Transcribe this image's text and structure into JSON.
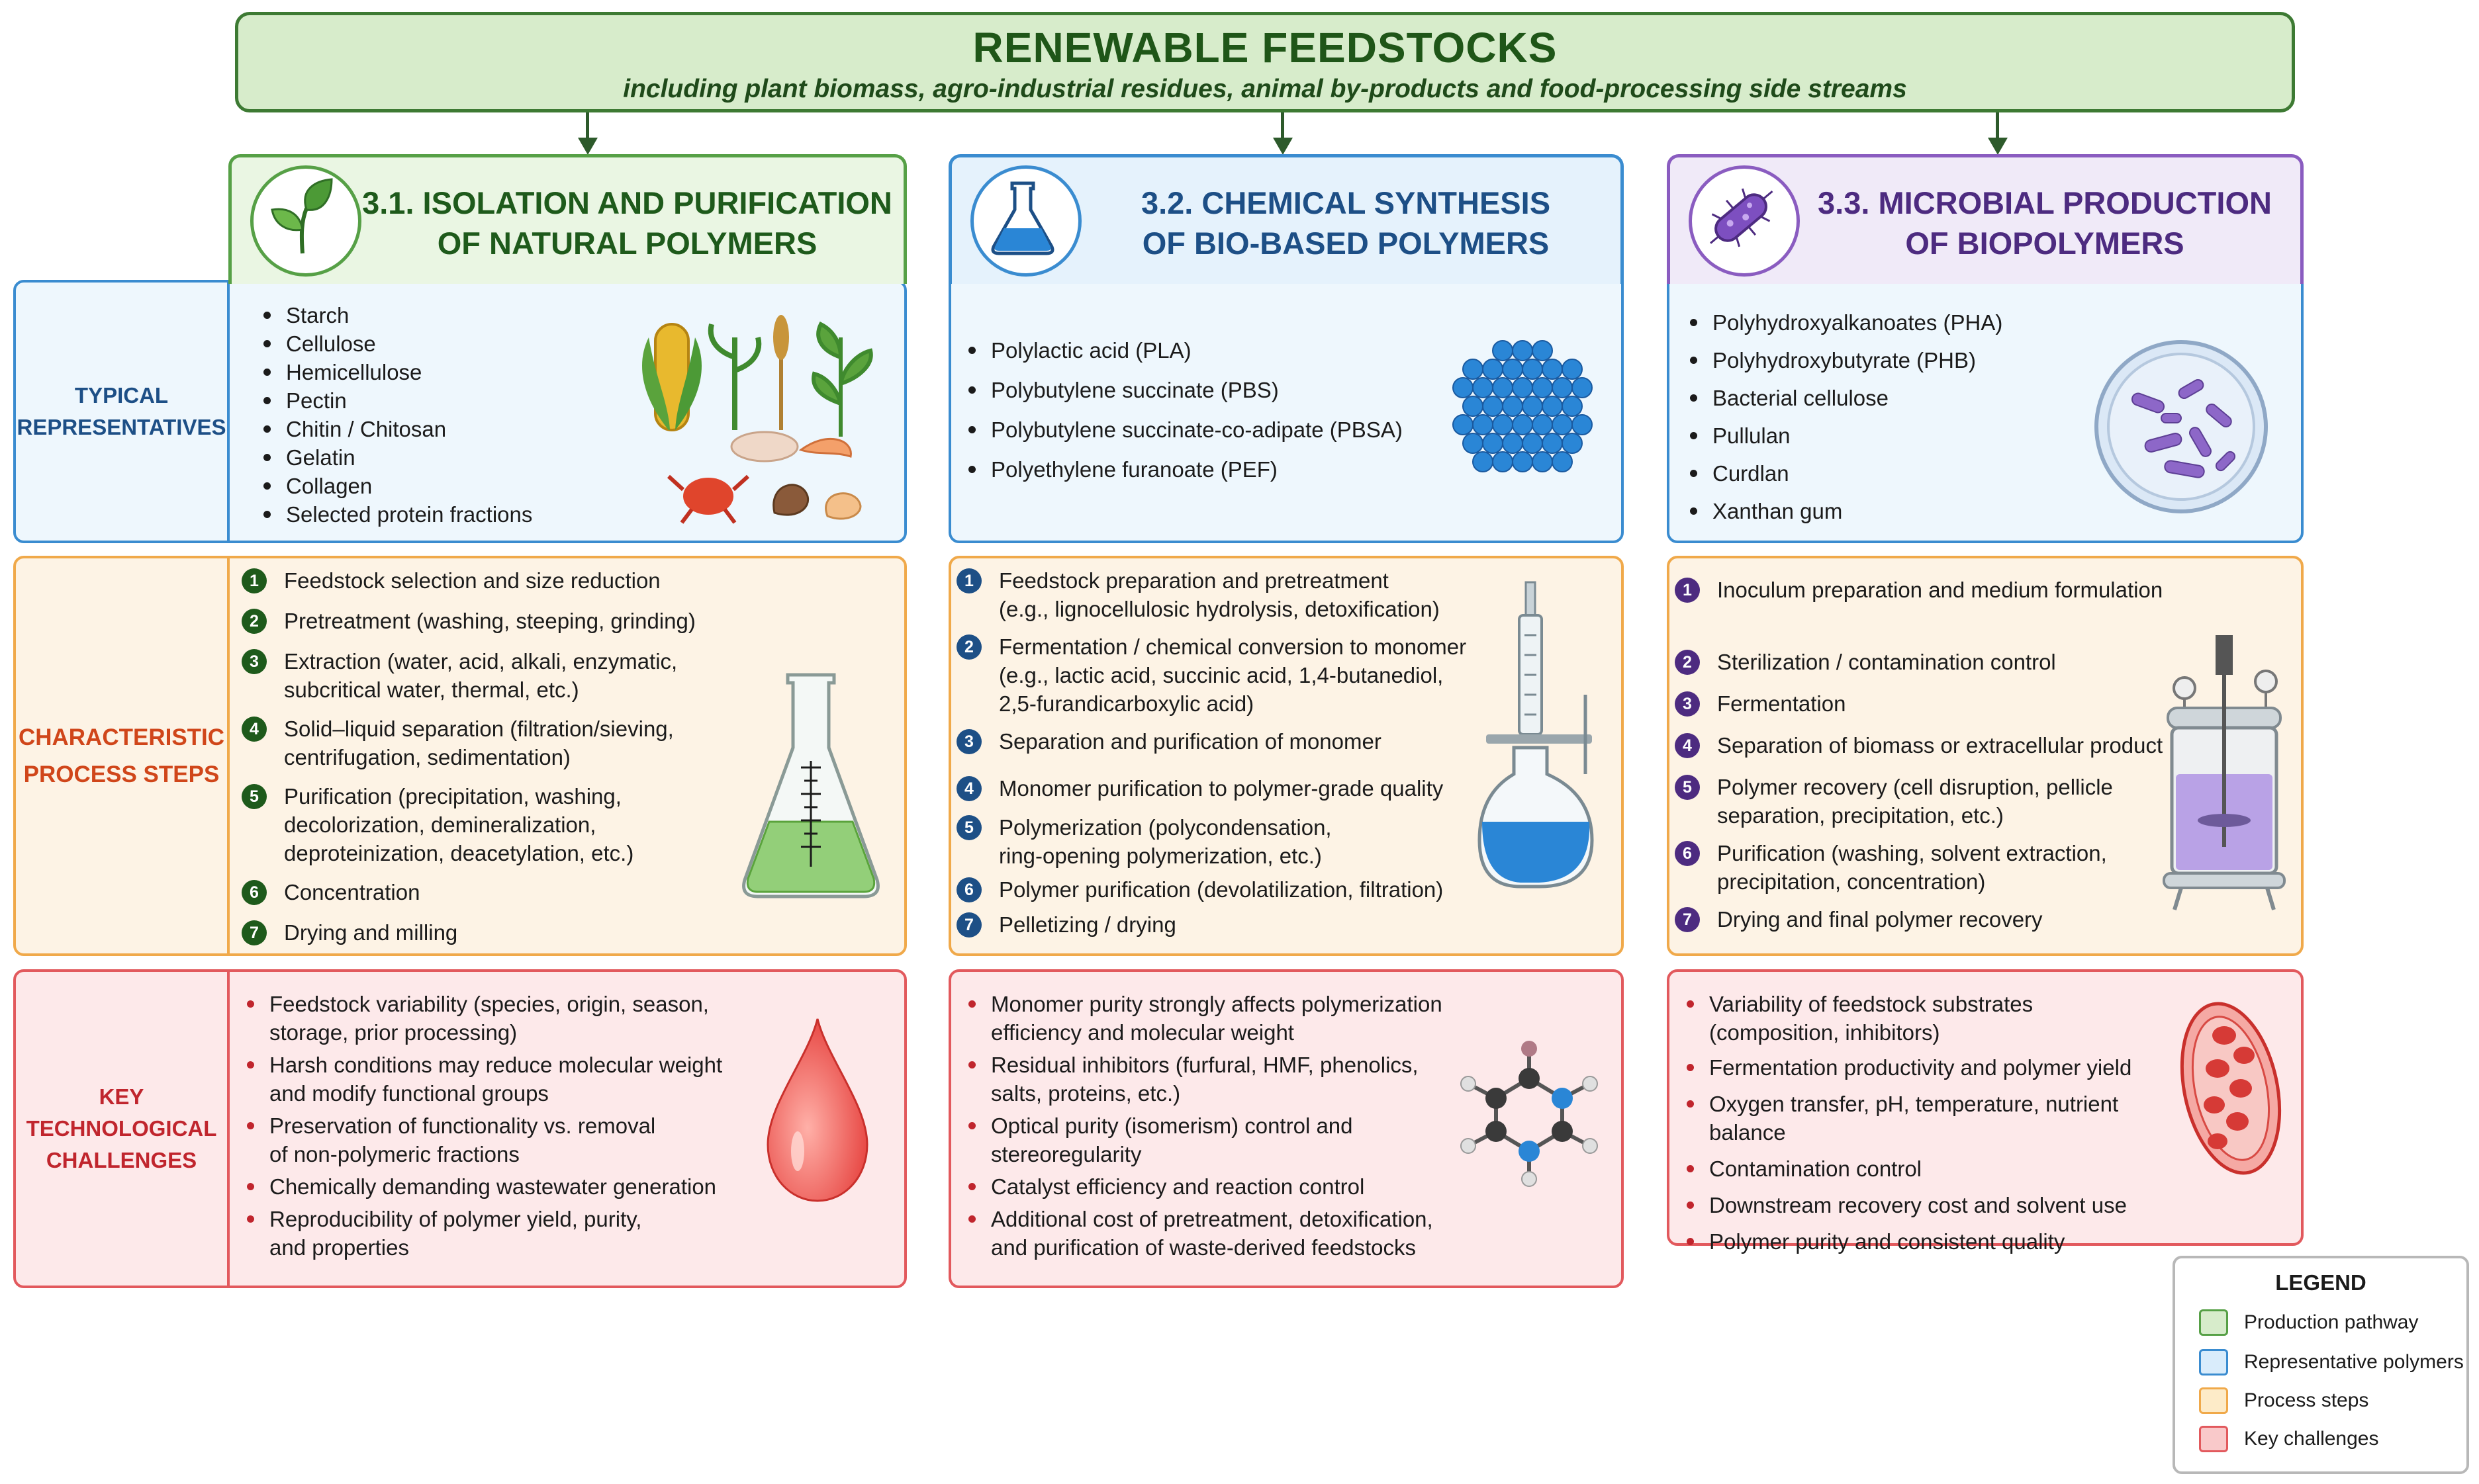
{
  "header": {
    "title": "RENEWABLE FEEDSTOCKS",
    "subtitle": "including plant biomass, agro-industrial residues, animal by-products and food-processing side streams"
  },
  "row_labels": {
    "representatives": [
      "TYPICAL",
      "REPRESENTATIVES"
    ],
    "process_steps": [
      "CHARACTERISTIC",
      "PROCESS STEPS"
    ],
    "challenges": [
      "KEY TECHNOLOGICAL",
      "CHALLENGES"
    ]
  },
  "columns": [
    {
      "title": [
        "3.1. ISOLATION AND PURIFICATION",
        "OF NATURAL POLYMERS"
      ],
      "icon": "leaf-icon",
      "accent": "#1e5a1b",
      "representatives": [
        "Starch",
        "Cellulose",
        "Hemicellulose",
        "Pectin",
        "Chitin / Chitosan",
        "Gelatin",
        "Collagen",
        "Selected protein fractions"
      ],
      "steps": [
        [
          "Feedstock selection and size reduction"
        ],
        [
          "Pretreatment (washing, steeping, grinding)"
        ],
        [
          "Extraction (water, acid, alkali, enzymatic,",
          "subcritical water, thermal, etc.)"
        ],
        [
          "Solid–liquid separation (filtration/sieving,",
          "centrifugation, sedimentation)"
        ],
        [
          "Purification (precipitation, washing,",
          "decolorization, demineralization,",
          "deproteinization, deacetylation, etc.)"
        ],
        [
          "Concentration"
        ],
        [
          "Drying and milling"
        ]
      ],
      "challenges": [
        [
          "Feedstock variability (species, origin, season,",
          "storage, prior processing)"
        ],
        [
          "Harsh conditions may reduce molecular weight",
          "and modify functional groups"
        ],
        [
          "Preservation of functionality vs. removal",
          "of non-polymeric fractions"
        ],
        [
          "Chemically demanding wastewater generation"
        ],
        [
          "Reproducibility of polymer yield, purity,",
          "and properties"
        ]
      ]
    },
    {
      "title": [
        "3.2. CHEMICAL SYNTHESIS",
        "OF BIO-BASED POLYMERS"
      ],
      "icon": "flask-icon",
      "accent": "#1d4f86",
      "representatives": [
        "Polylactic acid (PLA)",
        "Polybutylene succinate (PBS)",
        "Polybutylene succinate-co-adipate (PBSA)",
        "Polyethylene furanoate (PEF)"
      ],
      "steps": [
        [
          "Feedstock preparation and pretreatment",
          "(e.g., lignocellulosic hydrolysis, detoxification)"
        ],
        [
          "Fermentation / chemical conversion to monomer",
          "(e.g., lactic acid, succinic acid, 1,4-butanediol,",
          "2,5-furandicarboxylic acid)"
        ],
        [
          "Separation and purification of monomer"
        ],
        [
          "Monomer purification to polymer-grade quality"
        ],
        [
          "Polymerization (polycondensation,",
          "ring-opening polymerization, etc.)"
        ],
        [
          "Polymer purification (devolatilization, filtration)"
        ],
        [
          "Pelletizing / drying"
        ]
      ],
      "challenges": [
        [
          "Monomer purity strongly affects polymerization",
          "efficiency and molecular weight"
        ],
        [
          "Residual inhibitors (furfural, HMF, phenolics,",
          "salts, proteins, etc.)"
        ],
        [
          "Optical purity (isomerism) control and",
          "stereoregularity"
        ],
        [
          "Catalyst efficiency and reaction control"
        ],
        [
          "Additional cost of pretreatment, detoxification,",
          "and purification of waste-derived feedstocks"
        ]
      ]
    },
    {
      "title": [
        "3.3. MICROBIAL PRODUCTION",
        "OF BIOPOLYMERS"
      ],
      "icon": "bacterium-icon",
      "accent": "#4d2b80",
      "representatives": [
        "Polyhydroxyalkanoates (PHA)",
        "Polyhydroxybutyrate (PHB)",
        "Bacterial cellulose",
        "Pullulan",
        "Curdlan",
        "Xanthan gum"
      ],
      "steps": [
        [
          "Inoculum preparation and medium formulation"
        ],
        [
          "Sterilization / contamination control"
        ],
        [
          "Fermentation"
        ],
        [
          "Separation of biomass or extracellular product"
        ],
        [
          "Polymer recovery (cell disruption, pellicle",
          "separation, precipitation, etc.)"
        ],
        [
          "Purification (washing, solvent extraction,",
          "precipitation, concentration)"
        ],
        [
          "Drying and final polymer recovery"
        ]
      ],
      "challenges": [
        [
          "Variability of feedstock substrates",
          "(composition, inhibitors)"
        ],
        [
          "Fermentation productivity and polymer yield"
        ],
        [
          "Oxygen transfer, pH, temperature, nutrient balance"
        ],
        [
          "Contamination control"
        ],
        [
          "Downstream recovery cost and solvent use"
        ],
        [
          "Polymer purity and consistent quality"
        ]
      ]
    }
  ],
  "legend": {
    "title": "LEGEND",
    "items": [
      {
        "label": "Production pathway",
        "fill": "#d7eccb",
        "stroke": "#56a046"
      },
      {
        "label": "Representative polymers",
        "fill": "#d9ecfb",
        "stroke": "#3a8cd0"
      },
      {
        "label": "Process steps",
        "fill": "#fdebc8",
        "stroke": "#f0a94a"
      },
      {
        "label": "Key challenges",
        "fill": "#f9c9ca",
        "stroke": "#e2595d"
      }
    ]
  }
}
